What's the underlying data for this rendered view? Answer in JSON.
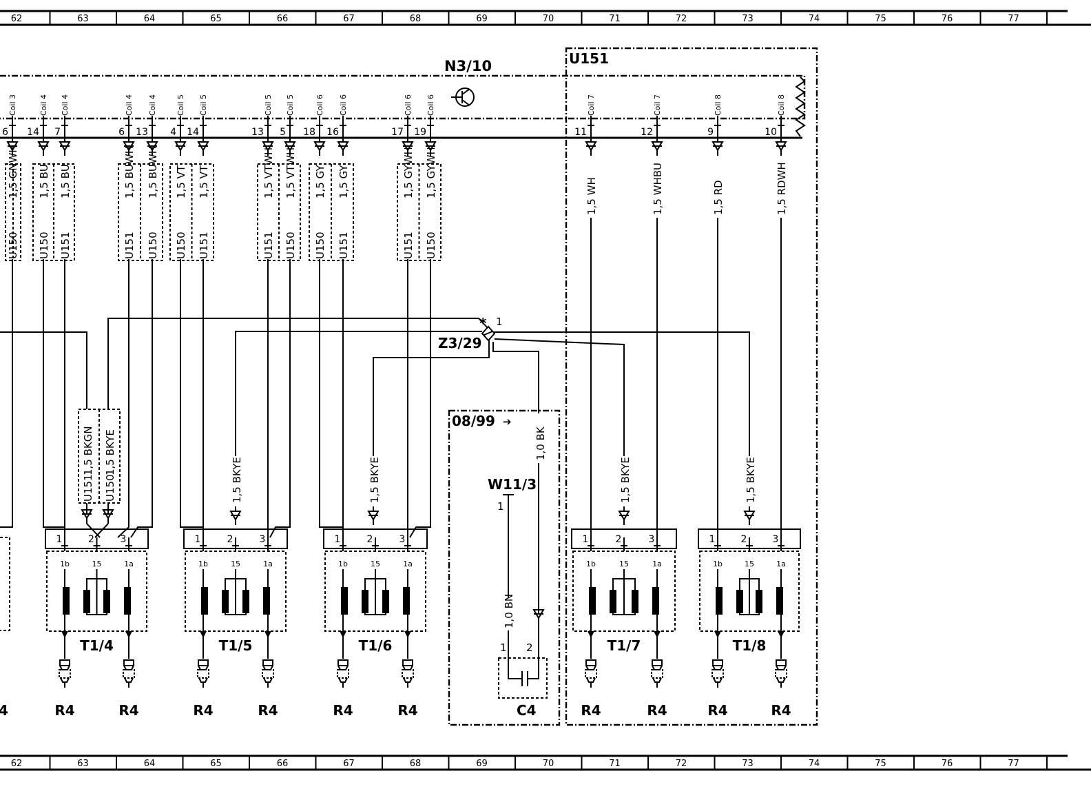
{
  "grid": {
    "columns": [
      "62",
      "63",
      "64",
      "65",
      "66",
      "67",
      "68",
      "69",
      "70",
      "71",
      "72",
      "73",
      "74",
      "75",
      "76",
      "77"
    ]
  },
  "labels": {
    "n3": "N3/10",
    "u151_box": "U151",
    "z3": "Z3/29",
    "splice_star": "*",
    "splice_pin": "1",
    "date_box": "08/99",
    "date_arrow": "➔",
    "w11": "W11/3",
    "w11_pin": "1",
    "c4": "C4",
    "c4_pin1": "1",
    "c4_pin2": "2"
  },
  "coil_label_left": "Coil 3",
  "connector_pins": [
    {
      "pin": "6",
      "coil": "Coil 3",
      "wire": "1,5  GNWH",
      "tag": "U150"
    },
    {
      "pin": "14",
      "coil": "Coil 4",
      "wire": "1,5  BU",
      "tag": "U150"
    },
    {
      "pin": "7",
      "coil": "Coil 4",
      "wire": "1,5  BU",
      "tag": "U151"
    },
    {
      "pin": "6",
      "coil": "Coil 4",
      "wire": "1,5  BUWH",
      "tag": "U151"
    },
    {
      "pin": "13",
      "coil": "Coil 4",
      "wire": "1,5  BUWH",
      "tag": "U150"
    },
    {
      "pin": "4",
      "coil": "Coil 5",
      "wire": "1,5  VT",
      "tag": "U150"
    },
    {
      "pin": "14",
      "coil": "Coil 5",
      "wire": "1,5  VT",
      "tag": "U151"
    },
    {
      "pin": "13",
      "coil": "Coil 5",
      "wire": "1,5  VTWH",
      "tag": "U151"
    },
    {
      "pin": "5",
      "coil": "Coil 5",
      "wire": "1,5  VTWH",
      "tag": "U150"
    },
    {
      "pin": "18",
      "coil": "Coil 6",
      "wire": "1,5  GY",
      "tag": "U150"
    },
    {
      "pin": "16",
      "coil": "Coil 6",
      "wire": "1,5  GY",
      "tag": "U151"
    },
    {
      "pin": "17",
      "coil": "Coil 6",
      "wire": "1,5  GYWH",
      "tag": "U151"
    },
    {
      "pin": "19",
      "coil": "Coil 6",
      "wire": "1,5  GYWH",
      "tag": "U150"
    }
  ],
  "u151_pins": [
    {
      "pin": "11",
      "coil": "Coil 7",
      "wire": "1,5  WH"
    },
    {
      "pin": "12",
      "coil": "Coil 7",
      "wire": "1,5  WHBU"
    },
    {
      "pin": "9",
      "coil": "Coil 8",
      "wire": "1,5  RD"
    },
    {
      "pin": "10",
      "coil": "Coil 8",
      "wire": "1,5  RDWH"
    }
  ],
  "feed_wires": {
    "t14_a": {
      "wire": "1,5  BKGN",
      "tag": "U151"
    },
    "t14_b": {
      "wire": "1,5  BKYE",
      "tag": "U150"
    },
    "t15": "1,5  BKYE",
    "t16": "1,5  BKYE",
    "t17": "1,5  BKYE",
    "t18": "1,5  BKYE",
    "c4_bk": "1,0  BK",
    "w11_bn": "1,0  BN"
  },
  "coil_packs": [
    {
      "name": "T1/4",
      "pins": [
        "1",
        "2",
        "3"
      ],
      "inner": [
        "1b",
        "15",
        "1a"
      ],
      "plugs": [
        "R4",
        "R4"
      ]
    },
    {
      "name": "T1/5",
      "pins": [
        "1",
        "2",
        "3"
      ],
      "inner": [
        "1b",
        "15",
        "1a"
      ],
      "plugs": [
        "R4",
        "R4"
      ]
    },
    {
      "name": "T1/6",
      "pins": [
        "1",
        "2",
        "3"
      ],
      "inner": [
        "1b",
        "15",
        "1a"
      ],
      "plugs": [
        "R4",
        "R4"
      ]
    },
    {
      "name": "T1/7",
      "pins": [
        "1",
        "2",
        "3"
      ],
      "inner": [
        "1b",
        "15",
        "1a"
      ],
      "plugs": [
        "R4",
        "R4"
      ]
    },
    {
      "name": "T1/8",
      "pins": [
        "1",
        "2",
        "3"
      ],
      "inner": [
        "1b",
        "15",
        "1a"
      ],
      "plugs": [
        "R4",
        "R4"
      ]
    }
  ],
  "left_edge_plug": "4"
}
